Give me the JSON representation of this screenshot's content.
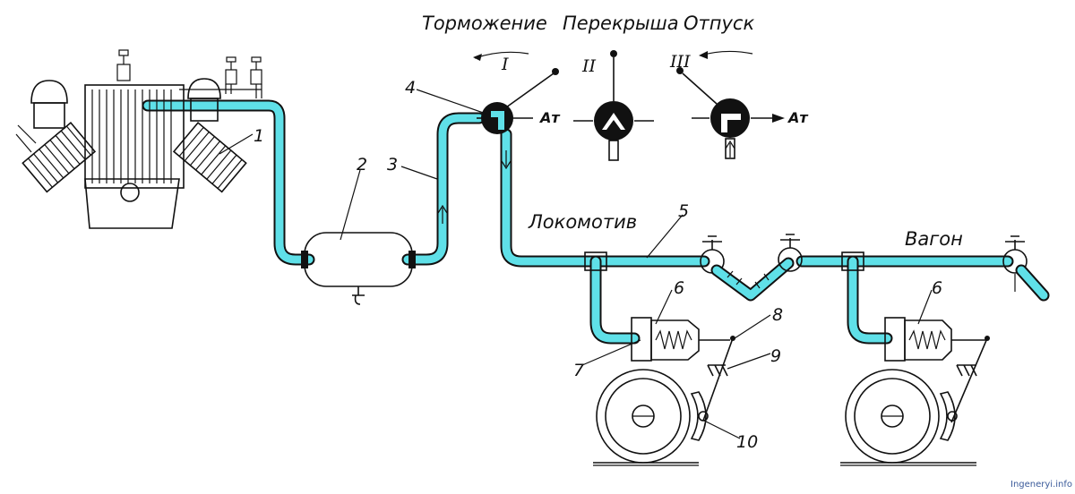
{
  "colors": {
    "pipe": "#5fe0e8",
    "ink": "#111111",
    "paper": "#ffffff",
    "watermark": "#3a5a9a"
  },
  "modes": {
    "braking": "Торможение",
    "lap": "Перекрыша",
    "release": "Отпуск"
  },
  "positions": {
    "i": "I",
    "ii": "II",
    "iii": "III"
  },
  "atm": {
    "left": "Ат",
    "right": "Ат"
  },
  "sections": {
    "locomotive": "Локомотив",
    "wagon": "Вагон"
  },
  "callouts": {
    "n1": "1",
    "n2": "2",
    "n3": "3",
    "n4": "4",
    "n5": "5",
    "n6a": "6",
    "n6b": "6",
    "n7": "7",
    "n8": "8",
    "n9": "9",
    "n10": "10"
  },
  "watermark": "Ingeneryi.info",
  "icons": [
    "compressor-icon",
    "reservoir-icon",
    "drivers-valve-icon",
    "brake-cylinder-icon",
    "wheel-icon",
    "brake-shoe-icon",
    "hose-coupling-icon"
  ]
}
